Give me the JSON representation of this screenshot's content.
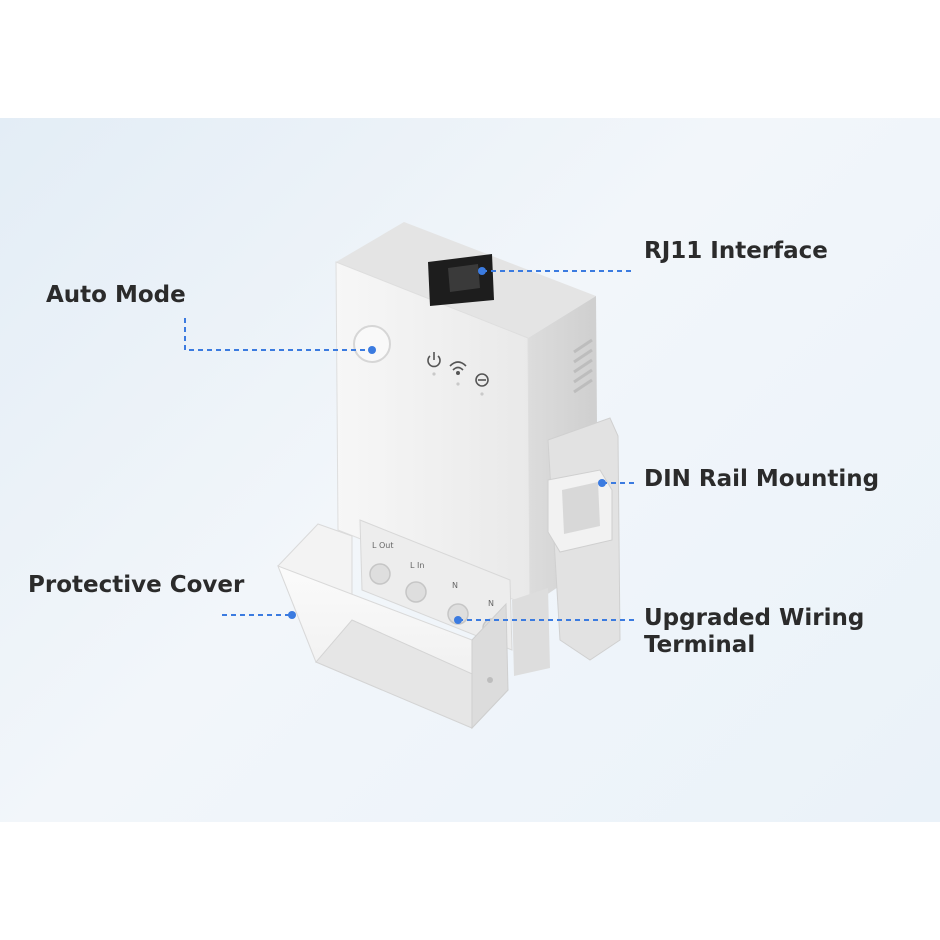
{
  "callouts": {
    "auto_mode": "Auto Mode",
    "rj11": "RJ11  Interface",
    "din_rail": "DIN Rail Mounting",
    "protective_cover": "Protective Cover",
    "wiring_line1": "Upgraded Wiring",
    "wiring_line2": "Terminal"
  },
  "terminals": {
    "l_out": "L Out",
    "l_in": "L In",
    "n1": "N",
    "n2": "N"
  },
  "colors": {
    "leader_line": "#3b7be0",
    "label_text": "#2b2b2b",
    "device_body": "#f4f4f4",
    "background": "#eaf1f8"
  },
  "icons": {
    "power": "power-icon",
    "wifi": "wifi-icon",
    "auto": "auto-mode-icon"
  }
}
